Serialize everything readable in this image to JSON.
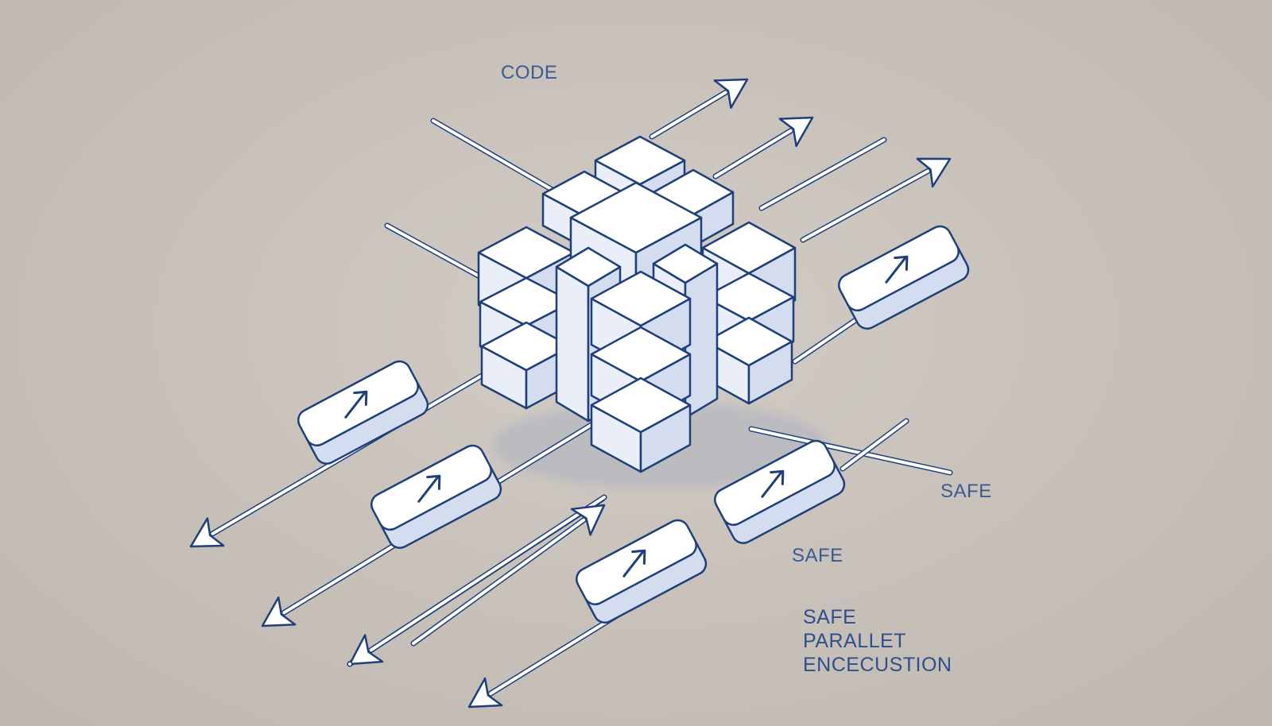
{
  "labels": {
    "code": "CODE",
    "safe_1": "SAFE",
    "safe_2": "SAFE"
  },
  "caption": {
    "line1": "SAFE",
    "line2": "PARALLET",
    "line3": "ENCECUSTION"
  },
  "colors": {
    "background": "#c9c2bb",
    "outline": "#1f3f7a",
    "block_top": "#ffffff",
    "block_left": "#e9eef8",
    "block_right": "#d4ddf0",
    "arrow": "#ffffff",
    "text": "#3b5a93"
  },
  "icons": {
    "block": "isometric-cube",
    "node": "arrow-token-block",
    "connector": "arrow"
  }
}
